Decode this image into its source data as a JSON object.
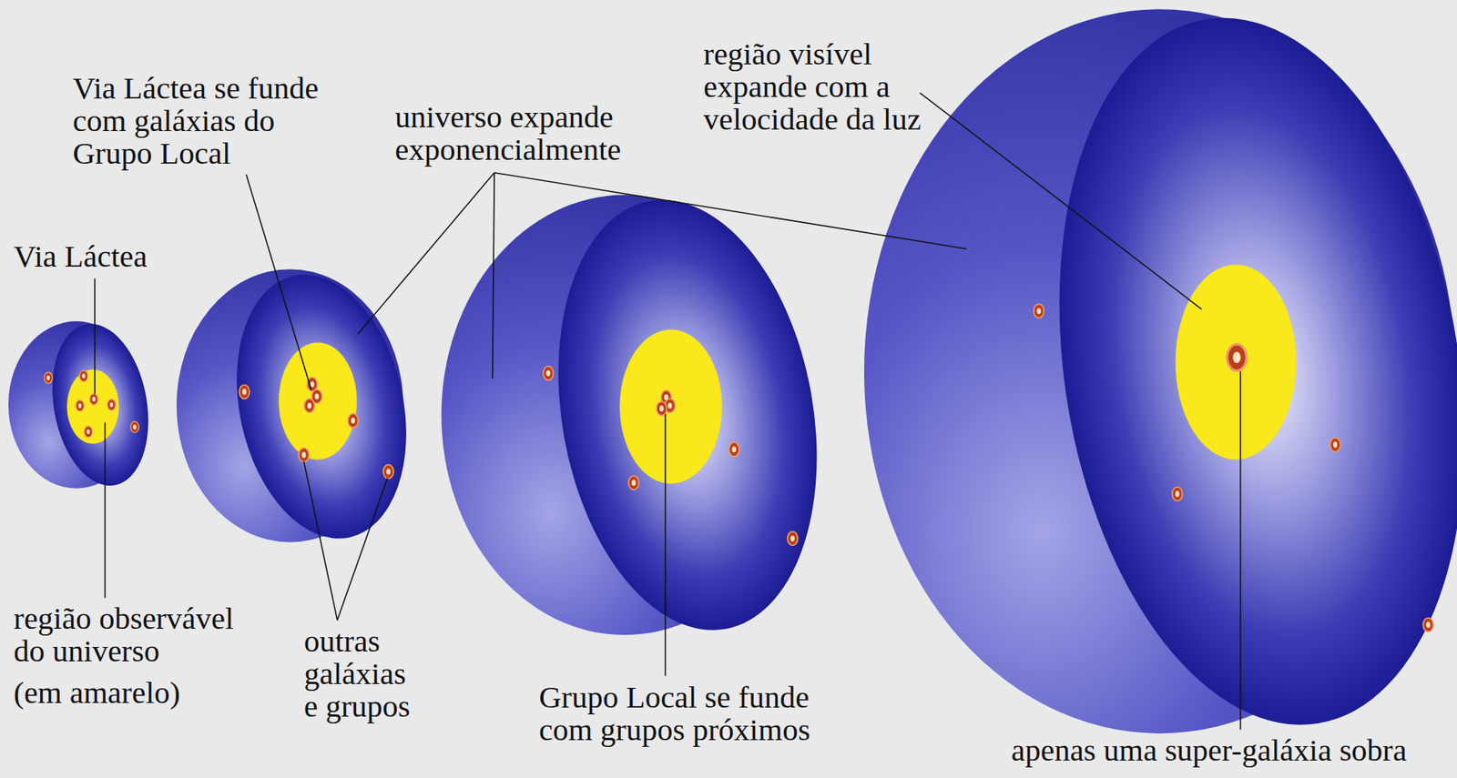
{
  "diagram": {
    "labels": [
      "região visível expande com a velocidade da luz",
      "Via Láctea se funde com galáxias do Grupo Local",
      "universo expande exponencialmente",
      "Via Láctea",
      "região observável do universo",
      "(em amarelo)",
      "outras galáxias e grupos",
      "Grupo Local se funde com grupos próximos",
      "apenas uma super-galáxia sobra"
    ]
  }
}
